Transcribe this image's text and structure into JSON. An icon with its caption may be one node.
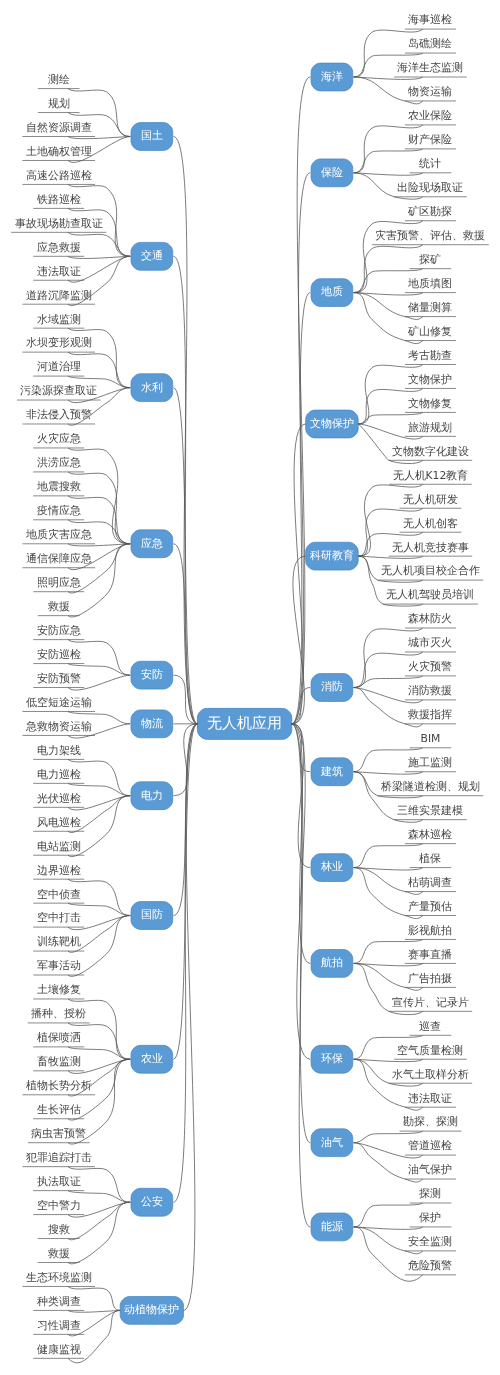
{
  "diagram": {
    "nodes": [
      {
        "text": [
          "无人机应用"
        ]
      },
      {
        "text": [
          "国土"
        ]
      },
      {
        "text": [
          "测绘"
        ]
      },
      {
        "text": [
          "规划"
        ]
      },
      {
        "text": [
          "自然资源调查"
        ]
      },
      {
        "text": [
          "土地确权管理"
        ]
      },
      {
        "text": [
          "交通"
        ]
      },
      {
        "text": [
          "高速公路巡检"
        ]
      },
      {
        "text": [
          "铁路巡检"
        ]
      },
      {
        "text": [
          "事故现场勘查取证"
        ]
      },
      {
        "text": [
          "应急救援"
        ]
      },
      {
        "text": [
          "违法取证"
        ]
      },
      {
        "text": [
          "道路沉降监测"
        ]
      },
      {
        "text": [
          "水利"
        ]
      },
      {
        "text": [
          "水域监测"
        ]
      },
      {
        "text": [
          "水坝变形观测"
        ]
      },
      {
        "text": [
          "河道治理"
        ]
      },
      {
        "text": [
          "污染源探查取证"
        ]
      },
      {
        "text": [
          "非法侵入预警"
        ]
      },
      {
        "text": [
          "应急"
        ]
      },
      {
        "text": [
          "火灾应急"
        ]
      },
      {
        "text": [
          "洪涝应急"
        ]
      },
      {
        "text": [
          "地震搜救"
        ]
      },
      {
        "text": [
          "疫情应急"
        ]
      },
      {
        "text": [
          "地质灾害应急"
        ]
      },
      {
        "text": [
          "通信保障应急"
        ]
      },
      {
        "text": [
          "照明应急"
        ]
      },
      {
        "text": [
          "救援"
        ]
      },
      {
        "text": [
          "安防"
        ]
      },
      {
        "text": [
          "安防应急"
        ]
      },
      {
        "text": [
          "安防巡检"
        ]
      },
      {
        "text": [
          "安防预警"
        ]
      },
      {
        "text": [
          "物流"
        ]
      },
      {
        "text": [
          "低空短途运输"
        ]
      },
      {
        "text": [
          "急救物资运输"
        ]
      },
      {
        "text": [
          "电力"
        ]
      },
      {
        "text": [
          "电力架线"
        ]
      },
      {
        "text": [
          "电力巡检"
        ]
      },
      {
        "text": [
          "光伏巡检"
        ]
      },
      {
        "text": [
          "风电巡检"
        ]
      },
      {
        "text": [
          "电站监测"
        ]
      },
      {
        "text": [
          "国防"
        ]
      },
      {
        "text": [
          "边界巡检"
        ]
      },
      {
        "text": [
          "空中侦查"
        ]
      },
      {
        "text": [
          "空中打击"
        ]
      },
      {
        "text": [
          "训练靶机"
        ]
      },
      {
        "text": [
          "军事活动"
        ]
      },
      {
        "text": [
          "农业"
        ]
      },
      {
        "text": [
          "土壤修复"
        ]
      },
      {
        "text": [
          "播种、授粉"
        ]
      },
      {
        "text": [
          "植保喷洒"
        ]
      },
      {
        "text": [
          "畜牧监测"
        ]
      },
      {
        "text": [
          "植物长势分析"
        ]
      },
      {
        "text": [
          "生长评估"
        ]
      },
      {
        "text": [
          "病虫害预警"
        ]
      },
      {
        "text": [
          "公安"
        ]
      },
      {
        "text": [
          "犯罪追踪打击"
        ]
      },
      {
        "text": [
          "执法取证"
        ]
      },
      {
        "text": [
          "空中警力"
        ]
      },
      {
        "text": [
          "搜救"
        ]
      },
      {
        "text": [
          "救援"
        ]
      },
      {
        "text": [
          "动植物保护"
        ]
      },
      {
        "text": [
          "生态环境监测"
        ]
      },
      {
        "text": [
          "种类调查"
        ]
      },
      {
        "text": [
          "习性调查"
        ]
      },
      {
        "text": [
          "健康监视"
        ]
      },
      {
        "text": [
          "海洋"
        ]
      },
      {
        "text": [
          "海事巡检"
        ]
      },
      {
        "text": [
          "岛礁测绘"
        ]
      },
      {
        "text": [
          "海洋生态监测"
        ]
      },
      {
        "text": [
          "物资运输"
        ]
      },
      {
        "text": [
          "保险"
        ]
      },
      {
        "text": [
          "农业保险"
        ]
      },
      {
        "text": [
          "财产保险"
        ]
      },
      {
        "text": [
          "统计"
        ]
      },
      {
        "text": [
          "出险现场取证"
        ]
      },
      {
        "text": [
          "地质"
        ]
      },
      {
        "text": [
          "矿区勘探"
        ]
      },
      {
        "text": [
          "灾害预警、评估、救援"
        ]
      },
      {
        "text": [
          "探矿"
        ]
      },
      {
        "text": [
          "地质填图"
        ]
      },
      {
        "text": [
          "储量测算"
        ]
      },
      {
        "text": [
          "矿山修复"
        ]
      },
      {
        "text": [
          "文物保护"
        ]
      },
      {
        "text": [
          "考古勘查"
        ]
      },
      {
        "text": [
          "文物保护"
        ]
      },
      {
        "text": [
          "文物修复"
        ]
      },
      {
        "text": [
          "旅游规划"
        ]
      },
      {
        "text": [
          "文物数字化建设"
        ]
      },
      {
        "text": [
          "科研教育"
        ]
      },
      {
        "text": [
          "无人机K12教育"
        ]
      },
      {
        "text": [
          "无人机研发"
        ]
      },
      {
        "text": [
          "无人机创客"
        ]
      },
      {
        "text": [
          "无人机竞技赛事"
        ]
      },
      {
        "text": [
          "无人机项目校企合作"
        ]
      },
      {
        "text": [
          "无人机驾驶员培训"
        ]
      },
      {
        "text": [
          "消防"
        ]
      },
      {
        "text": [
          "森林防火"
        ]
      },
      {
        "text": [
          "城市灭火"
        ]
      },
      {
        "text": [
          "火灾预警"
        ]
      },
      {
        "text": [
          "消防救援"
        ]
      },
      {
        "text": [
          "救援指挥"
        ]
      },
      {
        "text": [
          "建筑"
        ]
      },
      {
        "text": [
          "BIM"
        ]
      },
      {
        "text": [
          "施工监测"
        ]
      },
      {
        "text": [
          "桥梁隧道检测、规划"
        ]
      },
      {
        "text": [
          "三维实景建模"
        ]
      },
      {
        "text": [
          "林业"
        ]
      },
      {
        "text": [
          "森林巡检"
        ]
      },
      {
        "text": [
          "植保"
        ]
      },
      {
        "text": [
          "枯萌调查"
        ]
      },
      {
        "text": [
          "产量预估"
        ]
      },
      {
        "text": [
          "航拍"
        ]
      },
      {
        "text": [
          "影视航拍"
        ]
      },
      {
        "text": [
          "赛事直播"
        ]
      },
      {
        "text": [
          "广告拍摄"
        ]
      },
      {
        "text": [
          "宣传片、记录片"
        ]
      },
      {
        "text": [
          "环保"
        ]
      },
      {
        "text": [
          "巡查"
        ]
      },
      {
        "text": [
          "空气质量检测"
        ]
      },
      {
        "text": [
          "水气土取样分析"
        ]
      },
      {
        "text": [
          "违法取证"
        ]
      },
      {
        "text": [
          "油气"
        ]
      },
      {
        "text": [
          "勘探、探测"
        ]
      },
      {
        "text": [
          "管道巡检"
        ]
      },
      {
        "text": [
          "油气保护"
        ]
      },
      {
        "text": [
          "能源"
        ]
      },
      {
        "text": [
          "探测"
        ]
      },
      {
        "text": [
          "保护"
        ]
      },
      {
        "text": [
          "安全监测"
        ]
      },
      {
        "text": [
          "危险预警"
        ]
      }
    ],
    "edges": [
      {
        "from": 1,
        "to": 0,
        "arrow": "none"
      },
      {
        "from": 2,
        "to": 1,
        "arrow": "none"
      },
      {
        "from": 3,
        "to": 1,
        "arrow": "none"
      },
      {
        "from": 4,
        "to": 1,
        "arrow": "none"
      },
      {
        "from": 5,
        "to": 1,
        "arrow": "none"
      },
      {
        "from": 6,
        "to": 0,
        "arrow": "none"
      },
      {
        "from": 7,
        "to": 6,
        "arrow": "none"
      },
      {
        "from": 8,
        "to": 6,
        "arrow": "none"
      },
      {
        "from": 9,
        "to": 6,
        "arrow": "none"
      },
      {
        "from": 10,
        "to": 6,
        "arrow": "none"
      },
      {
        "from": 11,
        "to": 6,
        "arrow": "none"
      },
      {
        "from": 12,
        "to": 6,
        "arrow": "none"
      },
      {
        "from": 13,
        "to": 0,
        "arrow": "none"
      },
      {
        "from": 14,
        "to": 13,
        "arrow": "none"
      },
      {
        "from": 15,
        "to": 13,
        "arrow": "none"
      },
      {
        "from": 16,
        "to": 13,
        "arrow": "none"
      },
      {
        "from": 17,
        "to": 13,
        "arrow": "none"
      },
      {
        "from": 18,
        "to": 13,
        "arrow": "none"
      },
      {
        "from": 19,
        "to": 0,
        "arrow": "none"
      },
      {
        "from": 20,
        "to": 19,
        "arrow": "none"
      },
      {
        "from": 21,
        "to": 19,
        "arrow": "none"
      },
      {
        "from": 22,
        "to": 19,
        "arrow": "none"
      },
      {
        "from": 23,
        "to": 19,
        "arrow": "none"
      },
      {
        "from": 24,
        "to": 19,
        "arrow": "none"
      },
      {
        "from": 25,
        "to": 19,
        "arrow": "none"
      },
      {
        "from": 26,
        "to": 19,
        "arrow": "none"
      },
      {
        "from": 27,
        "to": 19,
        "arrow": "none"
      },
      {
        "from": 28,
        "to": 0,
        "arrow": "none"
      },
      {
        "from": 29,
        "to": 28,
        "arrow": "none"
      },
      {
        "from": 30,
        "to": 28,
        "arrow": "none"
      },
      {
        "from": 31,
        "to": 28,
        "arrow": "none"
      },
      {
        "from": 32,
        "to": 0,
        "arrow": "none"
      },
      {
        "from": 33,
        "to": 32,
        "arrow": "none"
      },
      {
        "from": 34,
        "to": 32,
        "arrow": "none"
      },
      {
        "from": 35,
        "to": 0,
        "arrow": "none"
      },
      {
        "from": 36,
        "to": 35,
        "arrow": "none"
      },
      {
        "from": 37,
        "to": 35,
        "arrow": "none"
      },
      {
        "from": 38,
        "to": 35,
        "arrow": "none"
      },
      {
        "from": 39,
        "to": 35,
        "arrow": "none"
      },
      {
        "from": 40,
        "to": 35,
        "arrow": "none"
      },
      {
        "from": 41,
        "to": 0,
        "arrow": "none"
      },
      {
        "from": 42,
        "to": 41,
        "arrow": "none"
      },
      {
        "from": 43,
        "to": 41,
        "arrow": "none"
      },
      {
        "from": 44,
        "to": 41,
        "arrow": "none"
      },
      {
        "from": 45,
        "to": 41,
        "arrow": "none"
      },
      {
        "from": 46,
        "to": 41,
        "arrow": "none"
      },
      {
        "from": 47,
        "to": 0,
        "arrow": "none"
      },
      {
        "from": 48,
        "to": 47,
        "arrow": "none"
      },
      {
        "from": 49,
        "to": 47,
        "arrow": "none"
      },
      {
        "from": 50,
        "to": 47,
        "arrow": "none"
      },
      {
        "from": 51,
        "to": 47,
        "arrow": "none"
      },
      {
        "from": 52,
        "to": 47,
        "arrow": "none"
      },
      {
        "from": 53,
        "to": 47,
        "arrow": "none"
      },
      {
        "from": 54,
        "to": 47,
        "arrow": "none"
      },
      {
        "from": 55,
        "to": 0,
        "arrow": "none"
      },
      {
        "from": 56,
        "to": 55,
        "arrow": "none"
      },
      {
        "from": 57,
        "to": 55,
        "arrow": "none"
      },
      {
        "from": 58,
        "to": 55,
        "arrow": "none"
      },
      {
        "from": 59,
        "to": 55,
        "arrow": "none"
      },
      {
        "from": 60,
        "to": 55,
        "arrow": "none"
      },
      {
        "from": 61,
        "to": 0,
        "arrow": "none"
      },
      {
        "from": 62,
        "to": 61,
        "arrow": "none"
      },
      {
        "from": 63,
        "to": 61,
        "arrow": "none"
      },
      {
        "from": 64,
        "to": 61,
        "arrow": "none"
      },
      {
        "from": 65,
        "to": 61,
        "arrow": "none"
      },
      {
        "from": 0,
        "to": 66,
        "arrow": "none"
      },
      {
        "from": 66,
        "to": 67,
        "arrow": "none"
      },
      {
        "from": 66,
        "to": 68,
        "arrow": "none"
      },
      {
        "from": 66,
        "to": 69,
        "arrow": "none"
      },
      {
        "from": 66,
        "to": 70,
        "arrow": "none"
      },
      {
        "from": 0,
        "to": 71,
        "arrow": "none"
      },
      {
        "from": 71,
        "to": 72,
        "arrow": "none"
      },
      {
        "from": 71,
        "to": 73,
        "arrow": "none"
      },
      {
        "from": 71,
        "to": 74,
        "arrow": "none"
      },
      {
        "from": 71,
        "to": 75,
        "arrow": "none"
      },
      {
        "from": 0,
        "to": 76,
        "arrow": "none"
      },
      {
        "from": 76,
        "to": 77,
        "arrow": "none"
      },
      {
        "from": 76,
        "to": 78,
        "arrow": "none"
      },
      {
        "from": 76,
        "to": 79,
        "arrow": "none"
      },
      {
        "from": 76,
        "to": 80,
        "arrow": "none"
      },
      {
        "from": 76,
        "to": 81,
        "arrow": "none"
      },
      {
        "from": 76,
        "to": 82,
        "arrow": "none"
      },
      {
        "from": 0,
        "to": 83,
        "arrow": "none"
      },
      {
        "from": 83,
        "to": 84,
        "arrow": "none"
      },
      {
        "from": 83,
        "to": 85,
        "arrow": "none"
      },
      {
        "from": 83,
        "to": 86,
        "arrow": "none"
      },
      {
        "from": 83,
        "to": 87,
        "arrow": "none"
      },
      {
        "from": 83,
        "to": 88,
        "arrow": "none"
      },
      {
        "from": 0,
        "to": 89,
        "arrow": "none"
      },
      {
        "from": 89,
        "to": 90,
        "arrow": "none"
      },
      {
        "from": 89,
        "to": 91,
        "arrow": "none"
      },
      {
        "from": 89,
        "to": 92,
        "arrow": "none"
      },
      {
        "from": 89,
        "to": 93,
        "arrow": "none"
      },
      {
        "from": 89,
        "to": 94,
        "arrow": "none"
      },
      {
        "from": 89,
        "to": 95,
        "arrow": "none"
      },
      {
        "from": 0,
        "to": 96,
        "arrow": "none"
      },
      {
        "from": 96,
        "to": 97,
        "arrow": "none"
      },
      {
        "from": 96,
        "to": 98,
        "arrow": "none"
      },
      {
        "from": 96,
        "to": 99,
        "arrow": "none"
      },
      {
        "from": 96,
        "to": 100,
        "arrow": "none"
      },
      {
        "from": 96,
        "to": 101,
        "arrow": "none"
      },
      {
        "from": 0,
        "to": 102,
        "arrow": "none"
      },
      {
        "from": 102,
        "to": 103,
        "arrow": "none"
      },
      {
        "from": 102,
        "to": 104,
        "arrow": "none"
      },
      {
        "from": 102,
        "to": 105,
        "arrow": "none"
      },
      {
        "from": 102,
        "to": 106,
        "arrow": "none"
      },
      {
        "from": 0,
        "to": 107,
        "arrow": "none"
      },
      {
        "from": 107,
        "to": 108,
        "arrow": "none"
      },
      {
        "from": 107,
        "to": 109,
        "arrow": "none"
      },
      {
        "from": 107,
        "to": 110,
        "arrow": "none"
      },
      {
        "from": 107,
        "to": 111,
        "arrow": "none"
      },
      {
        "from": 0,
        "to": 112,
        "arrow": "none"
      },
      {
        "from": 112,
        "to": 113,
        "arrow": "none"
      },
      {
        "from": 112,
        "to": 114,
        "arrow": "none"
      },
      {
        "from": 112,
        "to": 115,
        "arrow": "none"
      },
      {
        "from": 112,
        "to": 116,
        "arrow": "none"
      },
      {
        "from": 0,
        "to": 117,
        "arrow": "none"
      },
      {
        "from": 117,
        "to": 118,
        "arrow": "none"
      },
      {
        "from": 117,
        "to": 119,
        "arrow": "none"
      },
      {
        "from": 117,
        "to": 120,
        "arrow": "none"
      },
      {
        "from": 117,
        "to": 121,
        "arrow": "none"
      },
      {
        "from": 0,
        "to": 122,
        "arrow": "none"
      },
      {
        "from": 122,
        "to": 123,
        "arrow": "none"
      },
      {
        "from": 122,
        "to": 124,
        "arrow": "none"
      },
      {
        "from": 122,
        "to": 125,
        "arrow": "none"
      },
      {
        "from": 0,
        "to": 126,
        "arrow": "none"
      },
      {
        "from": 126,
        "to": 127,
        "arrow": "none"
      },
      {
        "from": 126,
        "to": 128,
        "arrow": "none"
      },
      {
        "from": 126,
        "to": 129,
        "arrow": "none"
      },
      {
        "from": 126,
        "to": 130,
        "arrow": "none"
      }
    ]
  }
}
